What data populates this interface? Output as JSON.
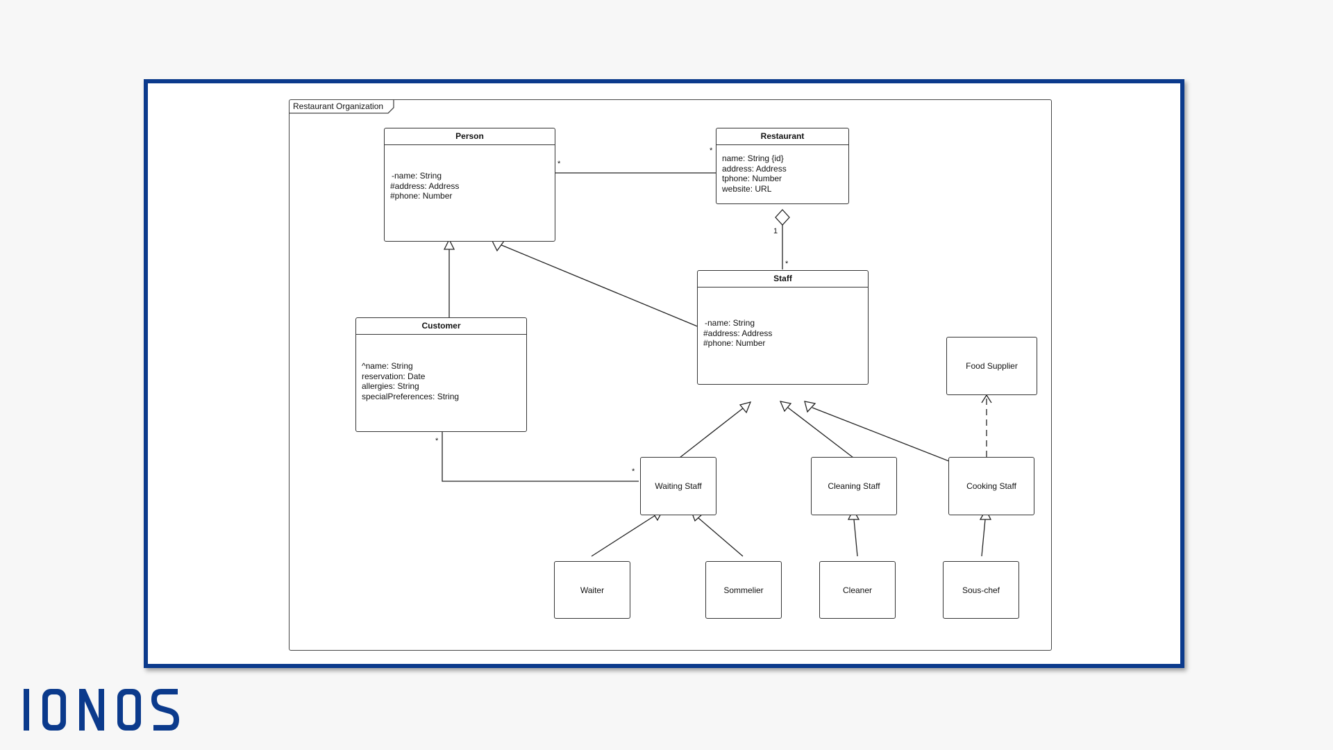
{
  "package": {
    "name": "Restaurant Organization"
  },
  "classes": {
    "person": {
      "name": "Person",
      "attributes": [
        "-name: String",
        "#address: Address",
        "#phone: Number"
      ]
    },
    "restaurant": {
      "name": "Restaurant",
      "attributes": [
        "name: String {id}",
        "address: Address",
        "tphone: Number",
        "website: URL"
      ]
    },
    "staff": {
      "name": "Staff",
      "attributes": [
        "-name: String",
        "#address: Address",
        "#phone: Number"
      ]
    },
    "customer": {
      "name": "Customer",
      "attributes": [
        "^name: String",
        "reservation: Date",
        "allergies: String",
        "specialPreferences: String"
      ]
    }
  },
  "boxes": {
    "food_supplier": "Food Supplier",
    "waiting_staff": "Waiting Staff",
    "cleaning_staff": "Cleaning Staff",
    "cooking_staff": "Cooking Staff",
    "waiter": "Waiter",
    "sommelier": "Sommelier",
    "cleaner": "Cleaner",
    "sous_chef": "Sous-chef"
  },
  "multiplicities": {
    "person_restaurant_person_end": "*",
    "person_restaurant_restaurant_end": "*",
    "restaurant_staff_restaurant_end": "1",
    "restaurant_staff_staff_end": "*",
    "customer_waiting_customer_end": "*",
    "customer_waiting_waiting_end": "*"
  },
  "brand": {
    "logo_text": "IONOS",
    "color": "#0b3a8c"
  },
  "colors": {
    "frame_border": "#0b3a8c",
    "line": "#333333",
    "background": "#f7f7f7"
  }
}
